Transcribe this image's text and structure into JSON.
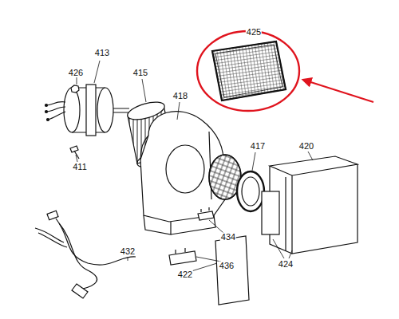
{
  "diagram": {
    "labels": [
      "426",
      "413",
      "415",
      "418",
      "425",
      "420",
      "417",
      "411",
      "434",
      "432",
      "436",
      "422",
      "424"
    ]
  }
}
